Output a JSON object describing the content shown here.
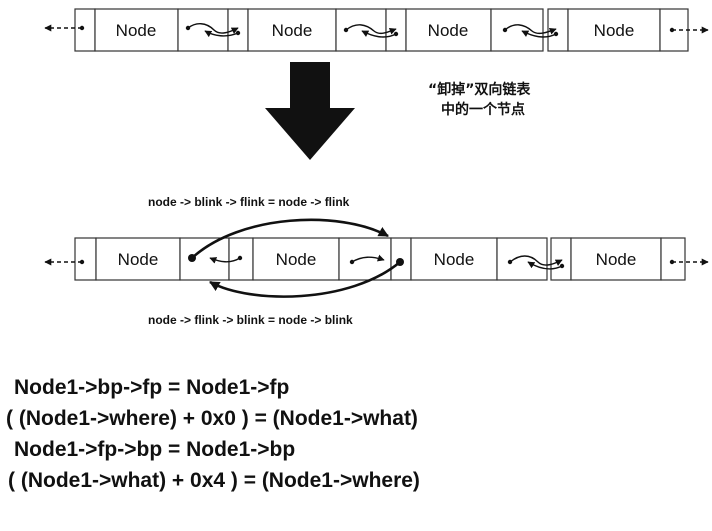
{
  "top_row": {
    "nodes": [
      "Node",
      "Node",
      "Node",
      "Node"
    ]
  },
  "caption": {
    "line1": "“卸掉”双向链表",
    "line2": "中的一个节点"
  },
  "bottom_row": {
    "nodes": [
      "Node",
      "Node",
      "Node",
      "Node"
    ],
    "equation_top": "node -> blink -> flink = node -> flink",
    "equation_bottom": "node -> flink -> blink = node -> blink"
  },
  "code": {
    "lines": [
      "Node1->bp->fp = Node1->fp",
      "( (Node1->where) + 0x0 ) = (Node1->what)",
      "Node1->fp->bp = Node1->bp",
      "( (Node1->what) + 0x4 ) = (Node1->where)"
    ]
  },
  "colors": {
    "ink": "#111111",
    "arrow": "#1a1a1a",
    "background": "#ffffff"
  }
}
